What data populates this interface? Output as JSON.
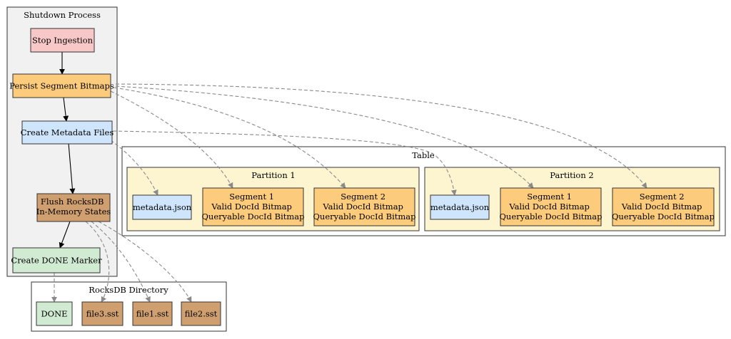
{
  "colors": {
    "pink": "#f8c8c8",
    "orange": "#fccb7b",
    "blue": "#cfe5fb",
    "brown": "#cf9f70",
    "green": "#d1ebd3",
    "shutdown_bg": "#f1f1f1",
    "table_bg": "#ffffff",
    "partition_bg": "#fdf5cf",
    "rocks_bg": "#ffffff",
    "solid_edge": "#000000",
    "dashed_edge": "#8a8a8a"
  },
  "clusters": {
    "shutdown": {
      "label": "Shutdown Process"
    },
    "table": {
      "label": "Table"
    },
    "partition1": {
      "label": "Partition 1"
    },
    "partition2": {
      "label": "Partition 2"
    },
    "rocksdb": {
      "label": "RocksDB Directory"
    }
  },
  "nodes": {
    "stop_ingestion": {
      "lines": [
        "Stop Ingestion"
      ]
    },
    "persist_bitmaps": {
      "lines": [
        "Persist Segment Bitmaps"
      ]
    },
    "create_metadata": {
      "lines": [
        "Create Metadata Files"
      ]
    },
    "flush_rocksdb": {
      "lines": [
        "Flush RocksDB",
        "In-Memory States"
      ]
    },
    "create_done": {
      "lines": [
        "Create DONE Marker"
      ]
    },
    "p1_metadata": {
      "lines": [
        "metadata.json"
      ]
    },
    "p1_segment1": {
      "lines": [
        "Segment 1",
        "Valid DocId Bitmap",
        "Queryable DocId Bitmap"
      ]
    },
    "p1_segment2": {
      "lines": [
        "Segment 2",
        "Valid DocId Bitmap",
        "Queryable DocId Bitmap"
      ]
    },
    "p2_metadata": {
      "lines": [
        "metadata.json"
      ]
    },
    "p2_segment1": {
      "lines": [
        "Segment 1",
        "Valid DocId Bitmap",
        "Queryable DocId Bitmap"
      ]
    },
    "p2_segment2": {
      "lines": [
        "Segment 2",
        "Valid DocId Bitmap",
        "Queryable DocId Bitmap"
      ]
    },
    "done": {
      "lines": [
        "DONE"
      ]
    },
    "file3": {
      "lines": [
        "file3.sst"
      ]
    },
    "file1": {
      "lines": [
        "file1.sst"
      ]
    },
    "file2": {
      "lines": [
        "file2.sst"
      ]
    }
  },
  "edges": [
    {
      "from": "stop_ingestion",
      "to": "persist_bitmaps",
      "style": "solid"
    },
    {
      "from": "persist_bitmaps",
      "to": "create_metadata",
      "style": "solid"
    },
    {
      "from": "create_metadata",
      "to": "flush_rocksdb",
      "style": "solid"
    },
    {
      "from": "flush_rocksdb",
      "to": "create_done",
      "style": "solid"
    },
    {
      "from": "persist_bitmaps",
      "to": "p1_segment1",
      "style": "dashed"
    },
    {
      "from": "persist_bitmaps",
      "to": "p1_segment2",
      "style": "dashed"
    },
    {
      "from": "persist_bitmaps",
      "to": "p2_segment1",
      "style": "dashed"
    },
    {
      "from": "persist_bitmaps",
      "to": "p2_segment2",
      "style": "dashed"
    },
    {
      "from": "create_metadata",
      "to": "p1_metadata",
      "style": "dashed"
    },
    {
      "from": "create_metadata",
      "to": "p2_metadata",
      "style": "dashed"
    },
    {
      "from": "flush_rocksdb",
      "to": "file3",
      "style": "dashed"
    },
    {
      "from": "flush_rocksdb",
      "to": "file1",
      "style": "dashed"
    },
    {
      "from": "flush_rocksdb",
      "to": "file2",
      "style": "dashed"
    },
    {
      "from": "create_done",
      "to": "done",
      "style": "dashed"
    }
  ]
}
